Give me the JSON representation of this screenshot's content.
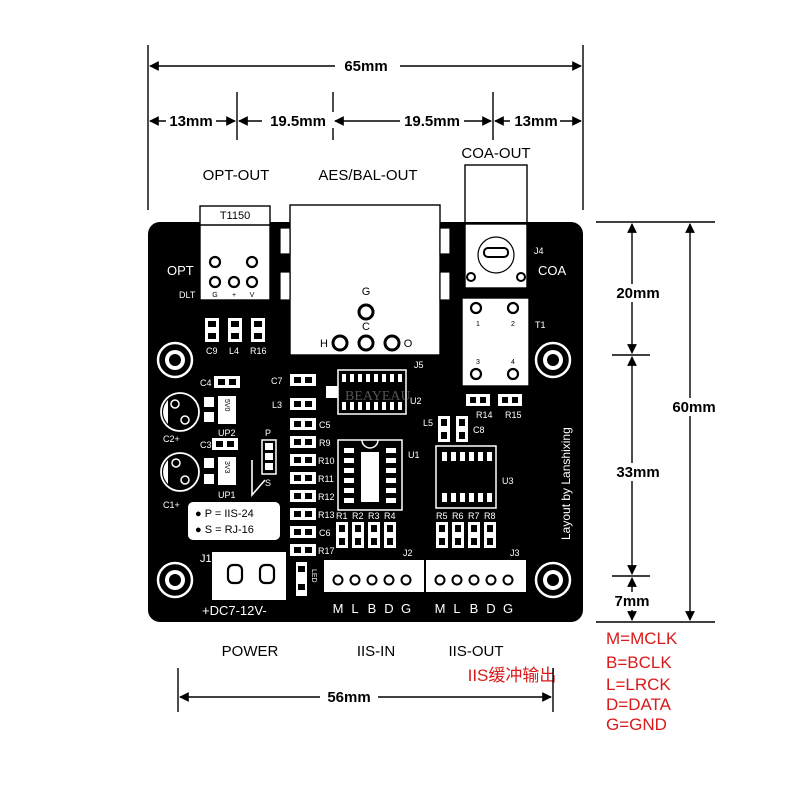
{
  "dimensions": {
    "total_width": "65mm",
    "seg1": "13mm",
    "seg2": "19.5mm",
    "seg3": "19.5mm",
    "seg4": "13mm",
    "total_height": "60mm",
    "v1": "20mm",
    "v2": "33mm",
    "v3": "7mm",
    "bottom_width": "56mm"
  },
  "connectors": {
    "opt_out": "OPT-OUT",
    "aes_bal_out": "AES/BAL-OUT",
    "coa_out": "COA-OUT",
    "power": "POWER",
    "iis_in": "IIS-IN",
    "iis_out": "IIS-OUT",
    "iis_buffer_cn": "IIS缓冲输出"
  },
  "board": {
    "t1150": "T1150",
    "opt": "OPT",
    "dlt": "DLT",
    "opt_pins": [
      "G",
      "+",
      "V"
    ],
    "j4": "J4",
    "coa": "COA",
    "j5": "J5",
    "xlr_pins": {
      "g": "G",
      "c": "C",
      "h": "H",
      "o": "O"
    },
    "t1": "T1",
    "t1_pins": [
      "1",
      "2",
      "3",
      "4"
    ],
    "c9": "C9",
    "l4": "L4",
    "r16": "R16",
    "c4": "C4",
    "c7": "C7",
    "l3": "L3",
    "c5": "C5",
    "r9": "R9",
    "r10": "R10",
    "r11": "R11",
    "r12": "R12",
    "r13": "R13",
    "c6": "C6",
    "r17": "R17",
    "c2": "C2+",
    "c1": "C1+",
    "c3": "C3",
    "v5": "5V0",
    "v3": "3V3",
    "up2": "UP2",
    "up1": "UP1",
    "u2": "U2",
    "u1": "U1",
    "u3": "U3",
    "l5": "L5",
    "c8": "C8",
    "r14": "R14",
    "r15": "R15",
    "r1": "R1",
    "r2": "R2",
    "r3": "R3",
    "r4": "R4",
    "r5": "R5",
    "r6": "R6",
    "r7": "R7",
    "r8": "R8",
    "p": "P",
    "s": "S",
    "legend_p": "● P = IIS-24",
    "legend_s": "● S = RJ-16",
    "j1": "J1",
    "j2": "J2",
    "j3": "J3",
    "led": "LED",
    "dc_label": "+DC7-12V-",
    "layout_by": "Layout by Lanshixing",
    "watermark": "BEAYEAU",
    "iis_pins": [
      "M",
      "L",
      "B",
      "D",
      "G"
    ]
  },
  "legend": {
    "items": [
      "M=MCLK",
      "B=BCLK",
      "L=LRCK",
      "D=DATA",
      "G=GND"
    ],
    "color": "#d91a1a"
  },
  "colors": {
    "board": "#000000",
    "silkscreen": "#ffffff",
    "pad_red": "#d91a1a"
  }
}
